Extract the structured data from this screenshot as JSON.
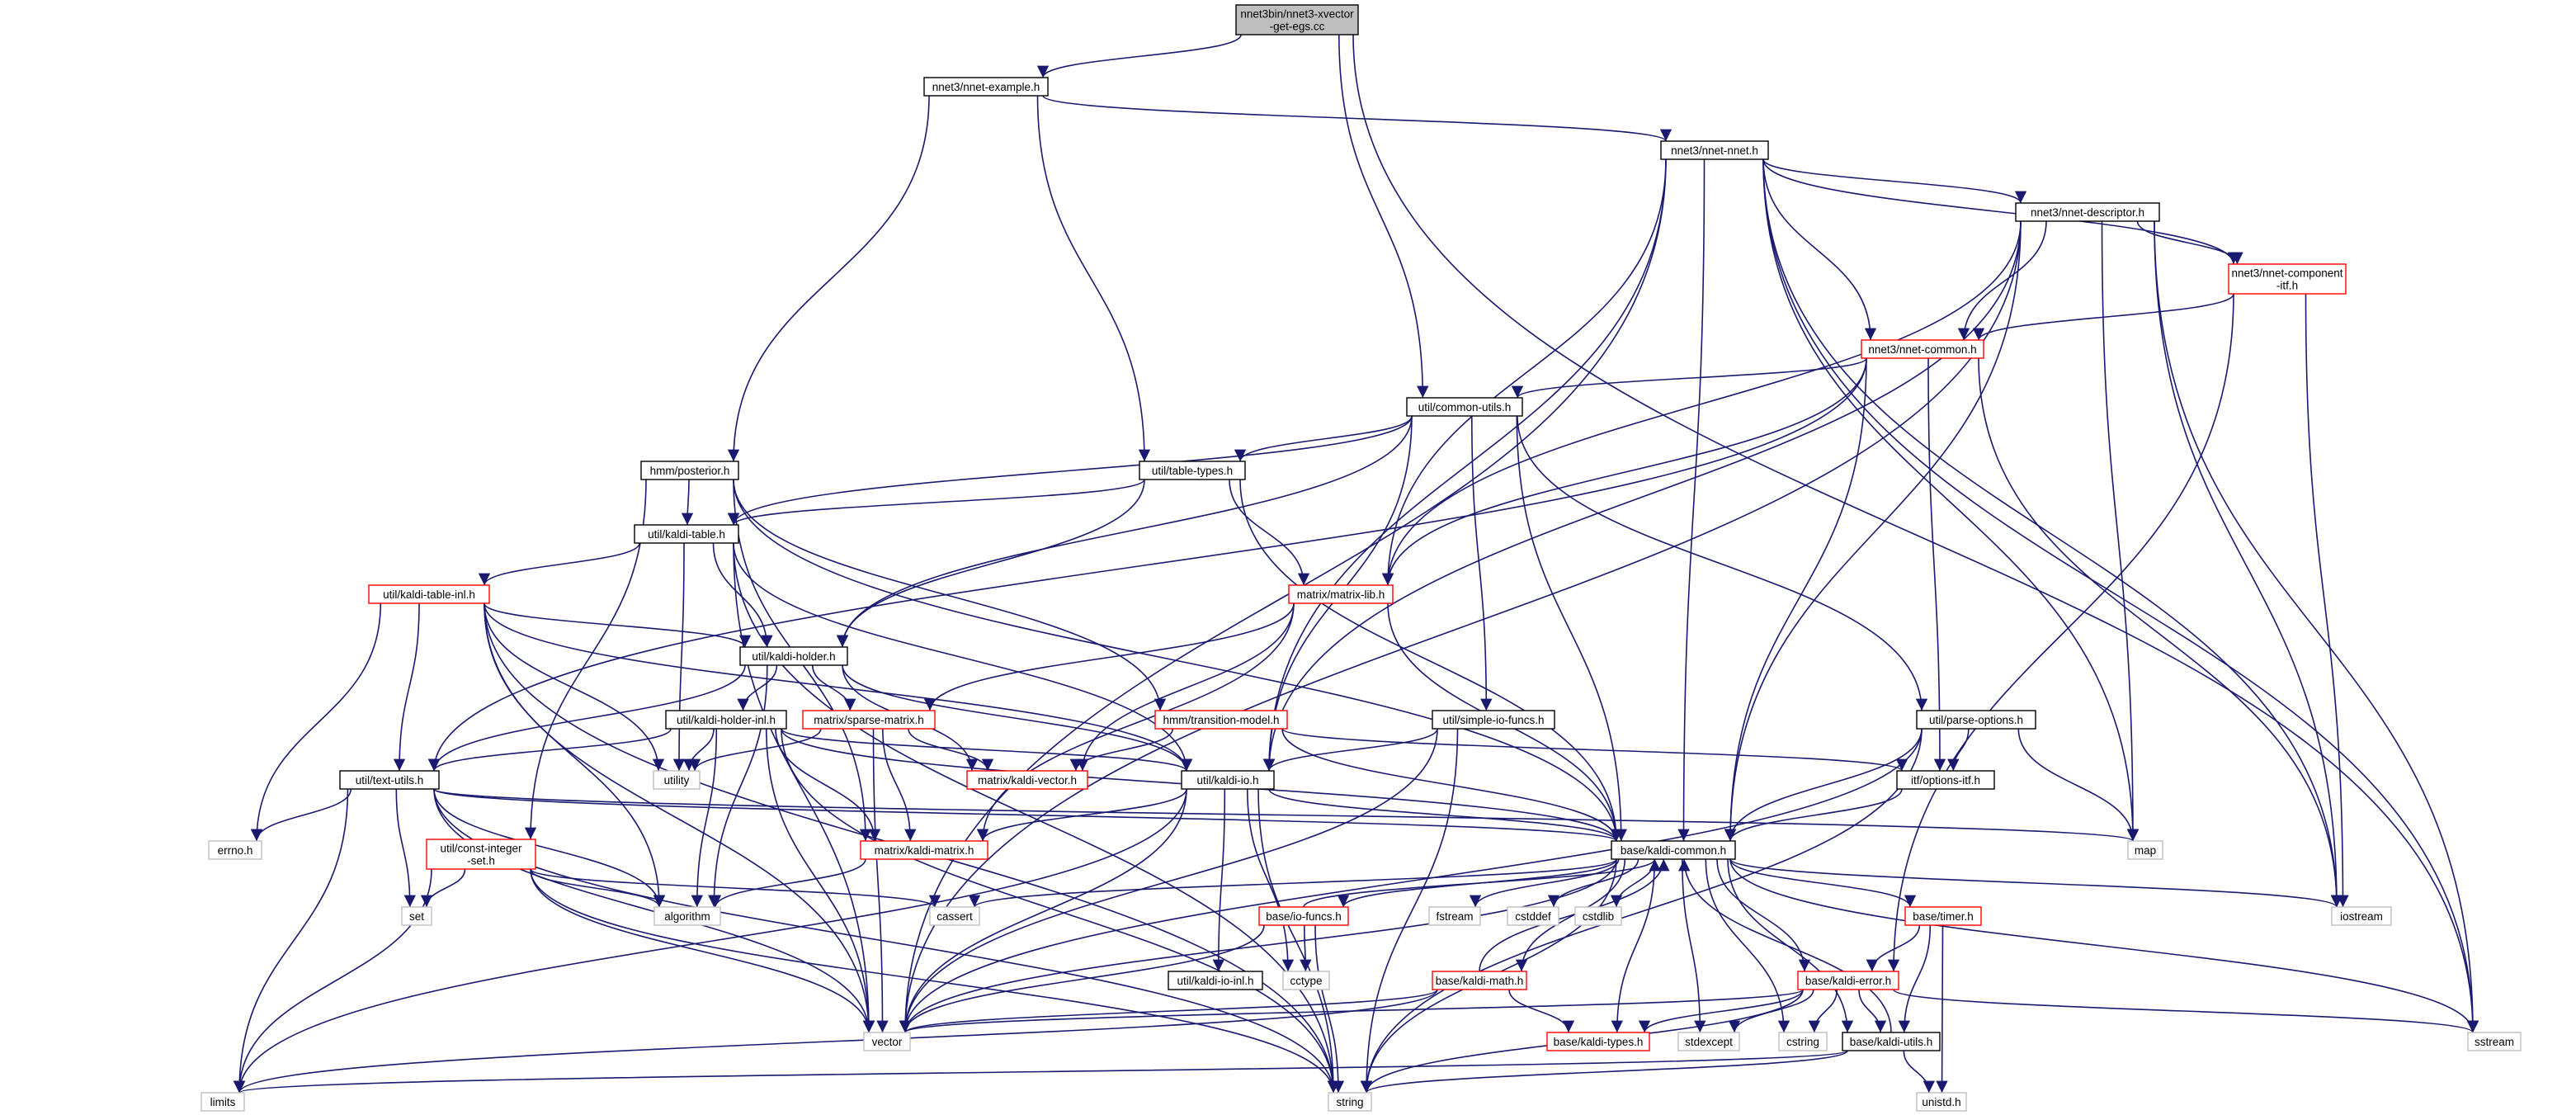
{
  "colors": {
    "edge": "#191970",
    "border_local": "#000000",
    "border_truncated": "#ff0000",
    "border_system": "#bfbfbf",
    "root_fill": "#bfbfbf"
  },
  "nodes": [
    {
      "id": "root",
      "lines": [
        "nnet3bin/nnet3-xvector",
        "-get-egs.cc"
      ],
      "kind": "root"
    },
    {
      "id": "nnet_example",
      "lines": [
        "nnet3/nnet-example.h"
      ],
      "kind": "local"
    },
    {
      "id": "nnet_nnet",
      "lines": [
        "nnet3/nnet-nnet.h"
      ],
      "kind": "local"
    },
    {
      "id": "nnet_descriptor",
      "lines": [
        "nnet3/nnet-descriptor.h"
      ],
      "kind": "local"
    },
    {
      "id": "nnet_component_itf",
      "lines": [
        "nnet3/nnet-component",
        "-itf.h"
      ],
      "kind": "truncated"
    },
    {
      "id": "nnet_common",
      "lines": [
        "nnet3/nnet-common.h"
      ],
      "kind": "truncated"
    },
    {
      "id": "common_utils",
      "lines": [
        "util/common-utils.h"
      ],
      "kind": "local"
    },
    {
      "id": "hmm_posterior",
      "lines": [
        "hmm/posterior.h"
      ],
      "kind": "local"
    },
    {
      "id": "table_types",
      "lines": [
        "util/table-types.h"
      ],
      "kind": "local"
    },
    {
      "id": "kaldi_table",
      "lines": [
        "util/kaldi-table.h"
      ],
      "kind": "local"
    },
    {
      "id": "kaldi_table_inl",
      "lines": [
        "util/kaldi-table-inl.h"
      ],
      "kind": "truncated"
    },
    {
      "id": "matrix_lib",
      "lines": [
        "matrix/matrix-lib.h"
      ],
      "kind": "truncated"
    },
    {
      "id": "kaldi_holder",
      "lines": [
        "util/kaldi-holder.h"
      ],
      "kind": "local"
    },
    {
      "id": "kaldi_holder_inl",
      "lines": [
        "util/kaldi-holder-inl.h"
      ],
      "kind": "local"
    },
    {
      "id": "sparse_matrix",
      "lines": [
        "matrix/sparse-matrix.h"
      ],
      "kind": "truncated"
    },
    {
      "id": "transition_model",
      "lines": [
        "hmm/transition-model.h"
      ],
      "kind": "truncated"
    },
    {
      "id": "kaldi_vector",
      "lines": [
        "matrix/kaldi-vector.h"
      ],
      "kind": "truncated"
    },
    {
      "id": "simple_io_funcs",
      "lines": [
        "util/simple-io-funcs.h"
      ],
      "kind": "local"
    },
    {
      "id": "parse_options",
      "lines": [
        "util/parse-options.h"
      ],
      "kind": "local"
    },
    {
      "id": "options_itf",
      "lines": [
        "itf/options-itf.h"
      ],
      "kind": "local"
    },
    {
      "id": "text_utils",
      "lines": [
        "util/text-utils.h"
      ],
      "kind": "local"
    },
    {
      "id": "kaldi_io",
      "lines": [
        "util/kaldi-io.h"
      ],
      "kind": "local"
    },
    {
      "id": "const_integer_set",
      "lines": [
        "util/const-integer",
        "-set.h"
      ],
      "kind": "truncated"
    },
    {
      "id": "kaldi_matrix",
      "lines": [
        "matrix/kaldi-matrix.h"
      ],
      "kind": "truncated"
    },
    {
      "id": "kaldi_common",
      "lines": [
        "base/kaldi-common.h"
      ],
      "kind": "local"
    },
    {
      "id": "io_funcs",
      "lines": [
        "base/io-funcs.h"
      ],
      "kind": "truncated"
    },
    {
      "id": "kaldi_math",
      "lines": [
        "base/kaldi-math.h"
      ],
      "kind": "truncated"
    },
    {
      "id": "timer",
      "lines": [
        "base/timer.h"
      ],
      "kind": "truncated"
    },
    {
      "id": "kaldi_error",
      "lines": [
        "base/kaldi-error.h"
      ],
      "kind": "truncated"
    },
    {
      "id": "kaldi_types",
      "lines": [
        "base/kaldi-types.h"
      ],
      "kind": "truncated"
    },
    {
      "id": "kaldi_utils",
      "lines": [
        "base/kaldi-utils.h"
      ],
      "kind": "local"
    },
    {
      "id": "kaldi_io_inl",
      "lines": [
        "util/kaldi-io-inl.h"
      ],
      "kind": "local"
    },
    {
      "id": "errno",
      "lines": [
        "errno.h"
      ],
      "kind": "system"
    },
    {
      "id": "utility",
      "lines": [
        "utility"
      ],
      "kind": "system"
    },
    {
      "id": "set",
      "lines": [
        "set"
      ],
      "kind": "system"
    },
    {
      "id": "algorithm",
      "lines": [
        "algorithm"
      ],
      "kind": "system"
    },
    {
      "id": "cassert",
      "lines": [
        "cassert"
      ],
      "kind": "system"
    },
    {
      "id": "fstream",
      "lines": [
        "fstream"
      ],
      "kind": "system"
    },
    {
      "id": "cstddef",
      "lines": [
        "cstddef"
      ],
      "kind": "system"
    },
    {
      "id": "cstdlib",
      "lines": [
        "cstdlib"
      ],
      "kind": "system"
    },
    {
      "id": "cctype",
      "lines": [
        "cctype"
      ],
      "kind": "system"
    },
    {
      "id": "vector",
      "lines": [
        "vector"
      ],
      "kind": "system"
    },
    {
      "id": "limits",
      "lines": [
        "limits"
      ],
      "kind": "system"
    },
    {
      "id": "string",
      "lines": [
        "string"
      ],
      "kind": "system"
    },
    {
      "id": "stdexcept",
      "lines": [
        "stdexcept"
      ],
      "kind": "system"
    },
    {
      "id": "cstring",
      "lines": [
        "cstring"
      ],
      "kind": "system"
    },
    {
      "id": "sstream",
      "lines": [
        "sstream"
      ],
      "kind": "system"
    },
    {
      "id": "iostream",
      "lines": [
        "iostream"
      ],
      "kind": "system"
    },
    {
      "id": "map",
      "lines": [
        "map"
      ],
      "kind": "system"
    },
    {
      "id": "unistd",
      "lines": [
        "unistd.h"
      ],
      "kind": "system"
    }
  ],
  "edges": [
    [
      "root",
      "nnet_example"
    ],
    [
      "root",
      "common_utils"
    ],
    [
      "root",
      "sstream"
    ],
    [
      "nnet_example",
      "nnet_nnet"
    ],
    [
      "nnet_example",
      "hmm_posterior"
    ],
    [
      "nnet_example",
      "table_types"
    ],
    [
      "nnet_nnet",
      "nnet_descriptor"
    ],
    [
      "nnet_nnet",
      "nnet_component_itf"
    ],
    [
      "nnet_nnet",
      "nnet_common"
    ],
    [
      "nnet_nnet",
      "matrix_lib"
    ],
    [
      "nnet_nnet",
      "kaldi_io"
    ],
    [
      "nnet_nnet",
      "kaldi_common"
    ],
    [
      "nnet_nnet",
      "vector"
    ],
    [
      "nnet_nnet",
      "map"
    ],
    [
      "nnet_nnet",
      "iostream"
    ],
    [
      "nnet_nnet",
      "sstream"
    ],
    [
      "nnet_descriptor",
      "nnet_component_itf"
    ],
    [
      "nnet_descriptor",
      "nnet_common"
    ],
    [
      "nnet_descriptor",
      "matrix_lib"
    ],
    [
      "nnet_descriptor",
      "kaldi_io"
    ],
    [
      "nnet_descriptor",
      "kaldi_common"
    ],
    [
      "nnet_descriptor",
      "vector"
    ],
    [
      "nnet_descriptor",
      "map"
    ],
    [
      "nnet_descriptor",
      "iostream"
    ],
    [
      "nnet_descriptor",
      "sstream"
    ],
    [
      "nnet_component_itf",
      "nnet_common"
    ],
    [
      "nnet_component_itf",
      "kaldi_error"
    ],
    [
      "nnet_component_itf",
      "iostream"
    ],
    [
      "nnet_common",
      "common_utils"
    ],
    [
      "nnet_common",
      "matrix_lib"
    ],
    [
      "nnet_common",
      "options_itf"
    ],
    [
      "nnet_common",
      "kaldi_common"
    ],
    [
      "nnet_common",
      "iostream"
    ],
    [
      "nnet_common",
      "text_utils"
    ],
    [
      "common_utils",
      "table_types"
    ],
    [
      "common_utils",
      "kaldi_table"
    ],
    [
      "common_utils",
      "kaldi_holder"
    ],
    [
      "common_utils",
      "simple_io_funcs"
    ],
    [
      "common_utils",
      "parse_options"
    ],
    [
      "common_utils",
      "kaldi_io"
    ],
    [
      "common_utils",
      "kaldi_common"
    ],
    [
      "hmm_posterior",
      "kaldi_table"
    ],
    [
      "hmm_posterior",
      "transition_model"
    ],
    [
      "hmm_posterior",
      "kaldi_matrix"
    ],
    [
      "hmm_posterior",
      "const_integer_set"
    ],
    [
      "hmm_posterior",
      "kaldi_common"
    ],
    [
      "table_types",
      "kaldi_table"
    ],
    [
      "table_types",
      "kaldi_holder"
    ],
    [
      "table_types",
      "matrix_lib"
    ],
    [
      "table_types",
      "kaldi_common"
    ],
    [
      "kaldi_table",
      "kaldi_table_inl"
    ],
    [
      "kaldi_table",
      "kaldi_holder"
    ],
    [
      "kaldi_table",
      "kaldi_io"
    ],
    [
      "kaldi_table",
      "utility"
    ],
    [
      "kaldi_table",
      "vector"
    ],
    [
      "kaldi_table",
      "string"
    ],
    [
      "kaldi_table_inl",
      "kaldi_holder"
    ],
    [
      "kaldi_table_inl",
      "text_utils"
    ],
    [
      "kaldi_table_inl",
      "utility"
    ],
    [
      "kaldi_table_inl",
      "algorithm"
    ],
    [
      "kaldi_table_inl",
      "errno"
    ],
    [
      "kaldi_table_inl",
      "vector"
    ],
    [
      "kaldi_table_inl",
      "string"
    ],
    [
      "kaldi_table_inl",
      "kaldi_io"
    ],
    [
      "matrix_lib",
      "kaldi_vector"
    ],
    [
      "matrix_lib",
      "kaldi_matrix"
    ],
    [
      "matrix_lib",
      "sparse_matrix"
    ],
    [
      "matrix_lib",
      "kaldi_common"
    ],
    [
      "kaldi_holder",
      "kaldi_holder_inl"
    ],
    [
      "kaldi_holder",
      "kaldi_io"
    ],
    [
      "kaldi_holder",
      "text_utils"
    ],
    [
      "kaldi_holder",
      "sparse_matrix"
    ],
    [
      "kaldi_holder",
      "kaldi_vector"
    ],
    [
      "kaldi_holder",
      "algorithm"
    ],
    [
      "kaldi_holder_inl",
      "text_utils"
    ],
    [
      "kaldi_holder_inl",
      "kaldi_io"
    ],
    [
      "kaldi_holder_inl",
      "kaldi_matrix"
    ],
    [
      "kaldi_holder_inl",
      "utility"
    ],
    [
      "kaldi_holder_inl",
      "algorithm"
    ],
    [
      "kaldi_holder_inl",
      "vector"
    ],
    [
      "kaldi_holder_inl",
      "string"
    ],
    [
      "kaldi_holder_inl",
      "kaldi_common"
    ],
    [
      "sparse_matrix",
      "kaldi_vector"
    ],
    [
      "sparse_matrix",
      "kaldi_matrix"
    ],
    [
      "sparse_matrix",
      "utility"
    ],
    [
      "sparse_matrix",
      "vector"
    ],
    [
      "transition_model",
      "kaldi_vector"
    ],
    [
      "transition_model",
      "kaldi_common"
    ],
    [
      "transition_model",
      "options_itf"
    ],
    [
      "simple_io_funcs",
      "kaldi_io"
    ],
    [
      "simple_io_funcs",
      "vector"
    ],
    [
      "simple_io_funcs",
      "string"
    ],
    [
      "parse_options",
      "options_itf"
    ],
    [
      "parse_options",
      "kaldi_common"
    ],
    [
      "parse_options",
      "map"
    ],
    [
      "parse_options",
      "string"
    ],
    [
      "parse_options",
      "vector"
    ],
    [
      "options_itf",
      "kaldi_common"
    ],
    [
      "text_utils",
      "errno"
    ],
    [
      "text_utils",
      "set"
    ],
    [
      "text_utils",
      "algorithm"
    ],
    [
      "text_utils",
      "limits"
    ],
    [
      "text_utils",
      "vector"
    ],
    [
      "text_utils",
      "string"
    ],
    [
      "text_utils",
      "map"
    ],
    [
      "text_utils",
      "kaldi_common"
    ],
    [
      "kaldi_io",
      "kaldi_io_inl"
    ],
    [
      "kaldi_io",
      "kaldi_matrix"
    ],
    [
      "kaldi_io",
      "kaldi_common"
    ],
    [
      "kaldi_io",
      "cctype"
    ],
    [
      "kaldi_io",
      "string"
    ],
    [
      "kaldi_io",
      "limits"
    ],
    [
      "kaldi_io",
      "vector"
    ],
    [
      "const_integer_set",
      "set"
    ],
    [
      "const_integer_set",
      "algorithm"
    ],
    [
      "const_integer_set",
      "cassert"
    ],
    [
      "const_integer_set",
      "limits"
    ],
    [
      "const_integer_set",
      "vector"
    ],
    [
      "const_integer_set",
      "string"
    ],
    [
      "kaldi_matrix",
      "algorithm"
    ],
    [
      "kaldi_common",
      "cassert"
    ],
    [
      "kaldi_common",
      "fstream"
    ],
    [
      "kaldi_common",
      "cstddef"
    ],
    [
      "kaldi_common",
      "cstdlib"
    ],
    [
      "kaldi_common",
      "io_funcs"
    ],
    [
      "kaldi_common",
      "kaldi_math"
    ],
    [
      "kaldi_common",
      "timer"
    ],
    [
      "kaldi_common",
      "kaldi_error"
    ],
    [
      "kaldi_common",
      "kaldi_types"
    ],
    [
      "kaldi_common",
      "kaldi_utils"
    ],
    [
      "kaldi_common",
      "stdexcept"
    ],
    [
      "kaldi_common",
      "cstring"
    ],
    [
      "kaldi_common",
      "string"
    ],
    [
      "kaldi_common",
      "vector"
    ],
    [
      "kaldi_common",
      "sstream"
    ],
    [
      "kaldi_common",
      "iostream"
    ],
    [
      "io_funcs",
      "kaldi_common"
    ],
    [
      "io_funcs",
      "cctype"
    ],
    [
      "io_funcs",
      "vector"
    ],
    [
      "io_funcs",
      "string"
    ],
    [
      "kaldi_math",
      "kaldi_common"
    ],
    [
      "kaldi_math",
      "kaldi_types"
    ],
    [
      "kaldi_math",
      "vector"
    ],
    [
      "kaldi_math",
      "limits"
    ],
    [
      "timer",
      "kaldi_error"
    ],
    [
      "timer",
      "kaldi_utils"
    ],
    [
      "timer",
      "unistd"
    ],
    [
      "kaldi_error",
      "kaldi_types"
    ],
    [
      "kaldi_error",
      "kaldi_utils"
    ],
    [
      "kaldi_error",
      "vector"
    ],
    [
      "kaldi_error",
      "stdexcept"
    ],
    [
      "kaldi_error",
      "cstring"
    ],
    [
      "kaldi_error",
      "sstream"
    ],
    [
      "kaldi_error",
      "string"
    ],
    [
      "kaldi_utils",
      "kaldi_common"
    ],
    [
      "kaldi_utils",
      "limits"
    ],
    [
      "kaldi_utils",
      "string"
    ],
    [
      "kaldi_utils",
      "unistd"
    ]
  ]
}
